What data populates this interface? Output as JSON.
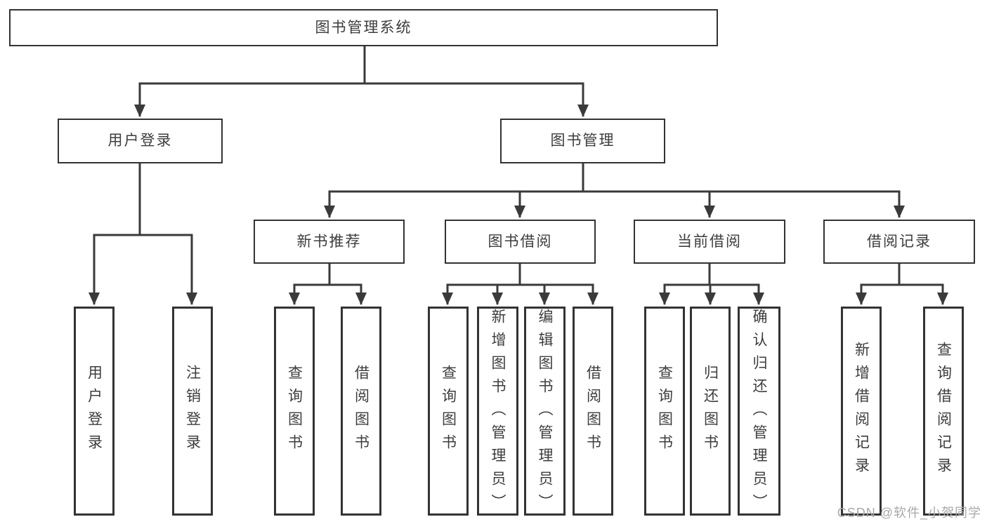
{
  "diagram": {
    "root": {
      "label": "图书管理系统"
    },
    "branches": [
      {
        "label": "用户登录",
        "children": [
          {
            "label": "用户登录"
          },
          {
            "label": "注销登录"
          }
        ]
      },
      {
        "label": "图书管理",
        "children": [
          {
            "label": "新书推荐",
            "children": [
              {
                "label": "查询图书"
              },
              {
                "label": "借阅图书"
              }
            ]
          },
          {
            "label": "图书借阅",
            "children": [
              {
                "label": "查询图书"
              },
              {
                "label": "新增图书（管理员）"
              },
              {
                "label": "编辑图书（管理员）"
              },
              {
                "label": "借阅图书"
              }
            ]
          },
          {
            "label": "当前借阅",
            "children": [
              {
                "label": "查询图书"
              },
              {
                "label": "归还图书"
              },
              {
                "label": "确认归还（管理员）"
              }
            ]
          },
          {
            "label": "借阅记录",
            "children": [
              {
                "label": "新增借阅记录"
              },
              {
                "label": "查询借阅记录"
              }
            ]
          }
        ]
      }
    ]
  },
  "watermark": {
    "text": "CSDN @软件_小贺同学"
  },
  "colors": {
    "line": "#3a3a3a",
    "text": "#3d3d3d",
    "border": "#333333",
    "bg": "#ffffff",
    "watermark": "#a9a9a9"
  }
}
